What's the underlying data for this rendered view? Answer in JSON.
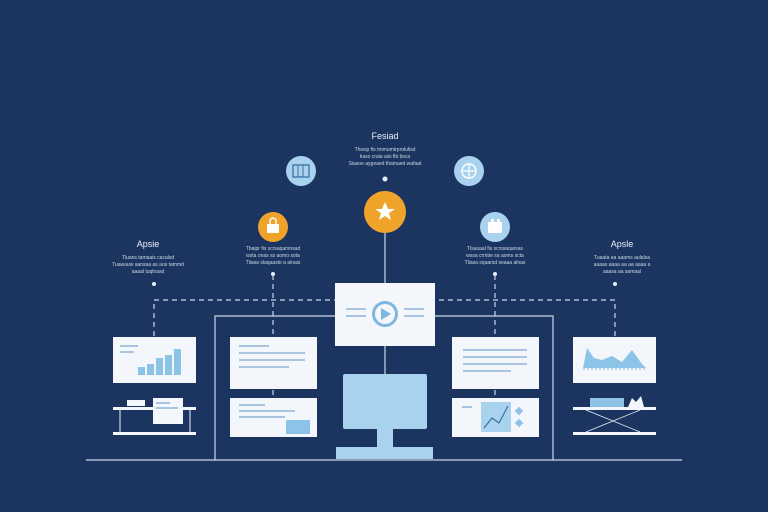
{
  "colors": {
    "background": "#1b3560",
    "line": "#c9d6ea",
    "card": "#f3f6fb",
    "accent_orange": "#f0a32a",
    "accent_lightblue": "#a9d2ef",
    "chart_blue": "#8ec3e8"
  },
  "center": {
    "title": "Fesiad",
    "lines": [
      "Thwsp fis tmmumtrprolulisd",
      "tiaso craia aisi fbi bsca",
      "Siasoe aygeaed thamaed wafaat"
    ],
    "icon": "star-icon"
  },
  "left_top": {
    "lines": [
      "Tbaipr fis scrsaqarsnsad",
      "wsta onas ss aomo sota",
      "Tliasa slaqaaste a ainais"
    ],
    "icon": "bag-icon"
  },
  "right_top": {
    "lines": [
      "Tlsauaal fis scrssaqarsas",
      "wssa crmbe sa aoms scta",
      "Tliasa sqaarsd seaaa alnas"
    ],
    "icon": "box-icon"
  },
  "left_far": {
    "title": "Apsie",
    "lines": [
      "Tluans tamaais cacalsd",
      "Tuawauw aansaa as aos tammd",
      "aaaal tuqlnasd"
    ]
  },
  "right_far": {
    "title": "Apsle",
    "lines": [
      "Tuaata aa aaams aulalsa",
      "aaaas aaaa aa aa aaaa a",
      "aaasa aa samaal"
    ]
  },
  "top_icons": [
    {
      "icon": "building-icon"
    },
    {
      "icon": "globe-icon"
    }
  ]
}
